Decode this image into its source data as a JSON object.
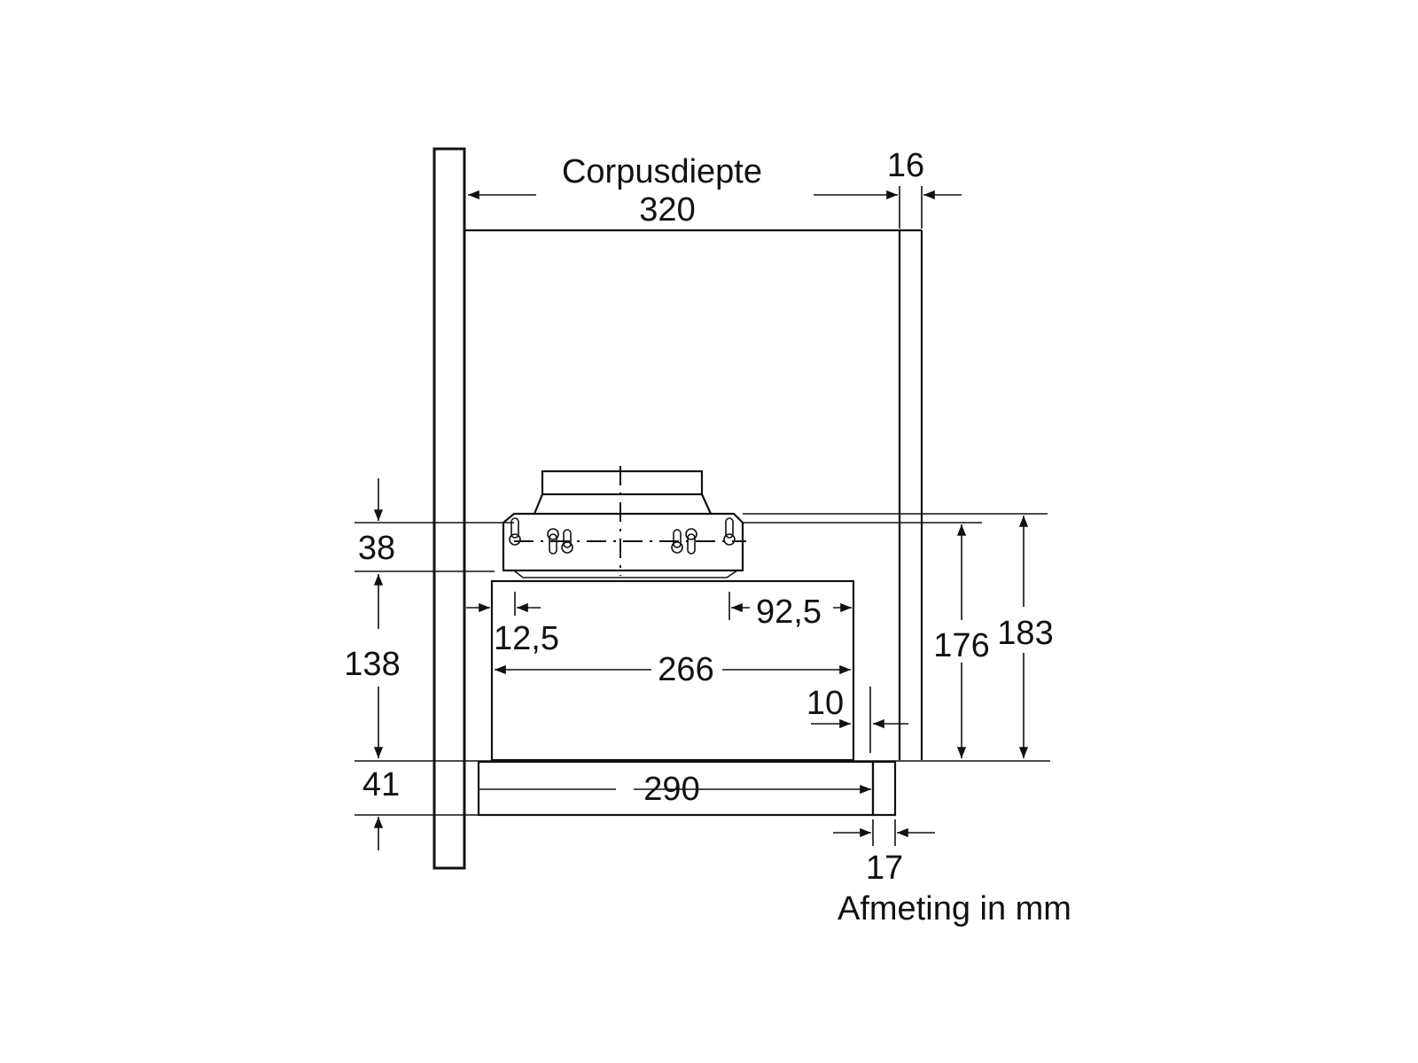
{
  "diagram": {
    "title_label": "Corpusdiepte",
    "unit_note": "Afmeting in mm",
    "colors": {
      "line": "#111111",
      "background": "#ffffff"
    },
    "dimensions": {
      "corpus_depth": "320",
      "side_panel": "16",
      "flange_height": "38",
      "body_height": "138",
      "front_height": "41",
      "offset_left": "12,5",
      "offset_right": "92,5",
      "body_width": "266",
      "gap": "10",
      "front_width": "290",
      "front_thickness": "17",
      "height_inner": "176",
      "height_total": "183"
    }
  }
}
